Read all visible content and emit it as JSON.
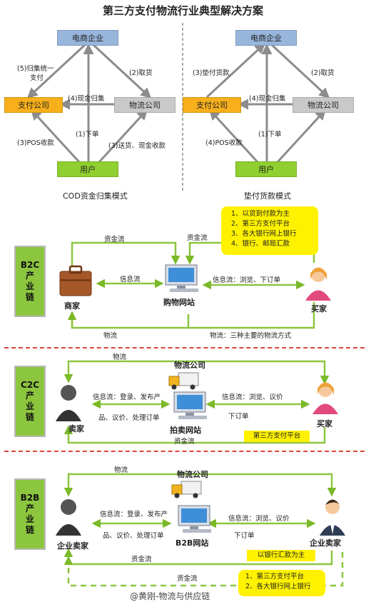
{
  "title": "第三方支付物流行业典型解决方案",
  "cod": {
    "nodes": {
      "ec": "电商企业",
      "pay": "支付公司",
      "log": "物流公司",
      "user": "用户"
    },
    "labels": {
      "l1": "(5)归集统一",
      "l1b": "支付",
      "l2": "(2)取货",
      "l3": "(4)现金归集",
      "l4": "(1)下单",
      "l5": "(3)POS收款",
      "l6": "(3)送货、现金收款"
    },
    "caption": "COD资金归集模式"
  },
  "advance": {
    "nodes": {
      "ec": "电商企业",
      "pay": "支付公司",
      "log": "物流公司",
      "user": "用户"
    },
    "labels": {
      "l1": "(3)垫付货款",
      "l2": "(2)取货",
      "l3": "(4)现金归集",
      "l4": "(1)下单",
      "l5": "(4)POS收款"
    },
    "caption": "垫付货款模式"
  },
  "b2c": {
    "side": [
      "B2C",
      "产",
      "业",
      "链"
    ],
    "note": [
      "1、以货到付款为主",
      "2、第三方支付平台",
      "3、各大银行网上银行",
      "4、银行、邮局汇款"
    ],
    "merchant": "商家",
    "site": "购物网站",
    "buyer": "买家",
    "fund1": "资金流",
    "fund2": "资金流",
    "info1": "信息流",
    "info2": "信息流：浏览、下订单",
    "logistics1": "物流",
    "logistics2": "物流：三种主要的物流方式"
  },
  "c2c": {
    "side": [
      "C2C",
      "产",
      "业",
      "链"
    ],
    "logistics": "物流",
    "logistics_co": "物流公司",
    "seller": "卖家",
    "site": "拍卖网站",
    "buyer": "买家",
    "info_left1": "信息流：登录、发布产",
    "info_left2": "品、议价、处理订单",
    "info_right": "信息流：浏览、议价",
    "order": "下订单",
    "fund": "资金流",
    "pay_bar": "第三方支付平台"
  },
  "b2b": {
    "side": [
      "B2B",
      "产",
      "业",
      "链"
    ],
    "logistics": "物流",
    "logistics_co": "物流公司",
    "seller": "企业卖家",
    "site": "B2B网站",
    "buyer": "企业卖家",
    "info_left1": "信息流：登录、发布产",
    "info_left2": "品、议价、处理订单",
    "info_right": "信息流：浏览、议价",
    "order": "下订单",
    "fund1": "资金流",
    "fund2": "资金流",
    "bank_bar": "以银行汇款为主",
    "note": [
      "1、第三方支付平台",
      "2、各大银行网上银行"
    ]
  },
  "watermark": "@黄刚-物流与供应链",
  "colors": {
    "arrow_green": "#8cc63f",
    "arrow_grey": "#8c8c8c",
    "separator": "#d9453b",
    "note_yellow": "#fff200"
  }
}
